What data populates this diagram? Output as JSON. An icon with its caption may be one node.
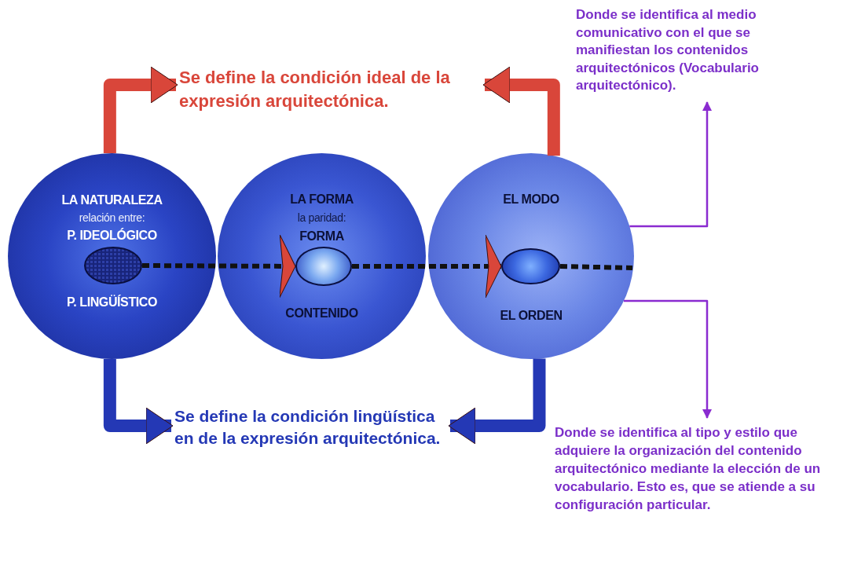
{
  "diagram": {
    "nodes": [
      {
        "text": [
          "LA NATURALEZA",
          "relación entre:",
          "P. IDEOLÓGICO",
          "P. LINGÜÍSTICO"
        ]
      },
      {
        "text": [],
        "shape": "ellipse",
        "in": 0
      },
      {
        "text": [
          "LA FORMA",
          "la paridad:",
          "FORMA",
          "CONTENIDO"
        ]
      },
      {
        "text": [],
        "shape": "ellipse",
        "in": 2
      },
      {
        "text": [
          "EL MODO",
          "EL ORDEN"
        ]
      },
      {
        "text": [],
        "shape": "ellipse",
        "in": 4
      },
      {
        "text": [
          "Se define la condición ideal de la expresión arquitectónica."
        ]
      },
      {
        "text": [
          "Se define la condición lingüística en de la expresión arquitectónica."
        ]
      },
      {
        "text": [
          "Donde se identifica al medio comunicativo con el que se manifiestan los contenidos arquitectónicos (Vocabulario arquitectónico)."
        ]
      },
      {
        "text": [
          "Donde se identifica al tipo y estilo que adquiere la organización del contenido arquitectónico  mediante la elección de un vocabulario. Esto  es, que se atiende a su configuración particular."
        ]
      }
    ],
    "edges": [
      {
        "from": 1,
        "to": 3,
        "arrow": "to",
        "style": "dashed"
      },
      {
        "from": 3,
        "to": 5,
        "arrow": "to",
        "style": "dashed"
      },
      {
        "from": 5,
        "to": null,
        "arrow": "none",
        "style": "dashed"
      },
      {
        "from": 0,
        "to": 6,
        "arrow": "to",
        "style": "thick",
        "color": "#d9463a"
      },
      {
        "from": 4,
        "to": 6,
        "arrow": "to",
        "style": "thick",
        "color": "#d9463a"
      },
      {
        "from": 0,
        "to": 7,
        "arrow": "to",
        "style": "thick",
        "color": "#2438b5"
      },
      {
        "from": 4,
        "to": 7,
        "arrow": "to",
        "style": "thick",
        "color": "#2438b5"
      },
      {
        "from": 4,
        "to": 8,
        "arrow": "to",
        "color": "#8a2bd0"
      },
      {
        "from": 4,
        "to": 9,
        "arrow": "to",
        "color": "#8a2bd0"
      }
    ]
  }
}
